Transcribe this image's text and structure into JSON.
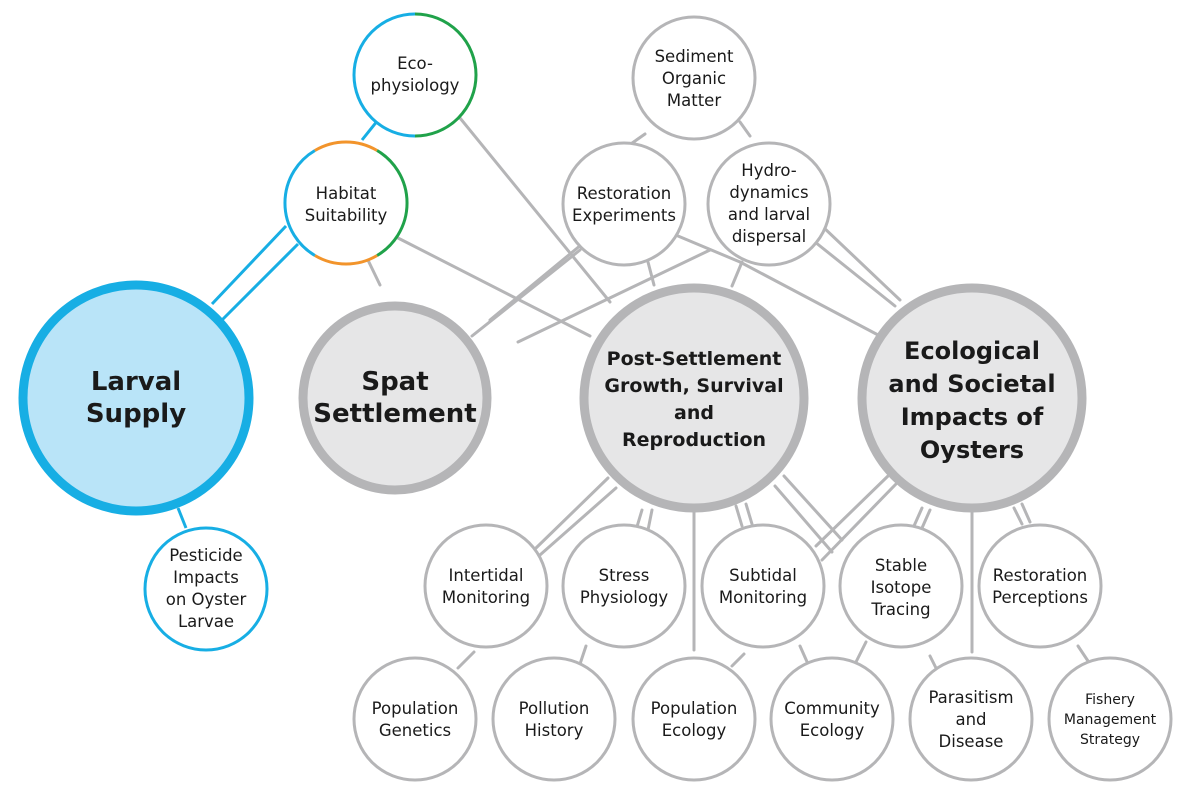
{
  "colors": {
    "line": "#b5b5b7",
    "node_stroke": "#b5b5b7",
    "major_fill": "#e6e6e7",
    "blue": "#17aee4",
    "blue_fill": "#b9e4f8",
    "green": "#20a24a",
    "orange": "#f2942b"
  },
  "nodes": {
    "larval_supply": {
      "lines": [
        "Larval",
        "Supply"
      ]
    },
    "spat_settlement": {
      "lines": [
        "Spat",
        "Settlement"
      ]
    },
    "post_settlement": {
      "lines": [
        "Post-Settlement",
        "Growth, Survival",
        "and",
        "Reproduction"
      ]
    },
    "ecological_impacts": {
      "lines": [
        "Ecological",
        "and Societal",
        "Impacts of",
        "Oysters"
      ]
    },
    "eco_physiology": {
      "lines": [
        "Eco-",
        "physiology"
      ]
    },
    "habitat_suitability": {
      "lines": [
        "Habitat",
        "Suitability"
      ]
    },
    "pesticide_impacts": {
      "lines": [
        "Pesticide",
        "Impacts",
        "on Oyster",
        "Larvae"
      ]
    },
    "sediment_organic": {
      "lines": [
        "Sediment",
        "Organic",
        "Matter"
      ]
    },
    "restoration_experiments": {
      "lines": [
        "Restoration",
        "Experiments"
      ]
    },
    "hydrodynamics": {
      "lines": [
        "Hydro-",
        "dynamics",
        "and larval",
        "dispersal"
      ]
    },
    "intertidal_monitoring": {
      "lines": [
        "Intertidal",
        "Monitoring"
      ]
    },
    "stress_physiology": {
      "lines": [
        "Stress",
        "Physiology"
      ]
    },
    "subtidal_monitoring": {
      "lines": [
        "Subtidal",
        "Monitoring"
      ]
    },
    "stable_isotope": {
      "lines": [
        "Stable",
        "Isotope",
        "Tracing"
      ]
    },
    "restoration_perceptions": {
      "lines": [
        "Restoration",
        "Perceptions"
      ]
    },
    "population_genetics": {
      "lines": [
        "Population",
        "Genetics"
      ]
    },
    "pollution_history": {
      "lines": [
        "Pollution",
        "History"
      ]
    },
    "population_ecology": {
      "lines": [
        "Population",
        "Ecology"
      ]
    },
    "community_ecology": {
      "lines": [
        "Community",
        "Ecology"
      ]
    },
    "parasitism_disease": {
      "lines": [
        "Parasitism",
        "and",
        "Disease"
      ]
    },
    "fishery_management": {
      "lines": [
        "Fishery",
        "Management",
        "Strategy"
      ]
    }
  }
}
